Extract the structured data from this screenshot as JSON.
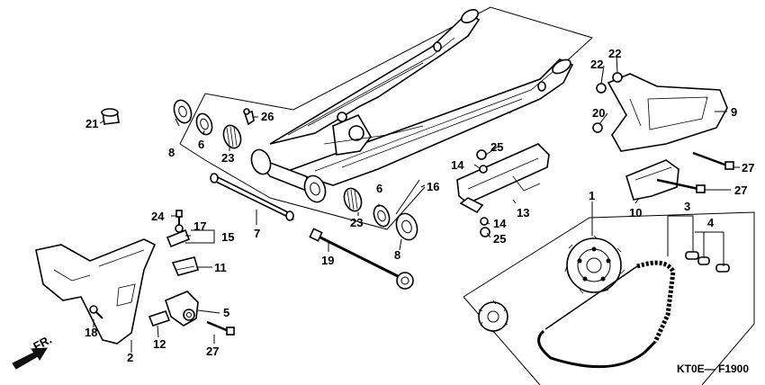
{
  "diagram": {
    "code": "KT0E— F1900",
    "front_arrow": "FR.",
    "callouts": [
      {
        "id": "c1",
        "text": "1"
      },
      {
        "id": "c2",
        "text": "2"
      },
      {
        "id": "c3",
        "text": "3"
      },
      {
        "id": "c4",
        "text": "4"
      },
      {
        "id": "c5",
        "text": "5"
      },
      {
        "id": "c6a",
        "text": "6"
      },
      {
        "id": "c6b",
        "text": "6"
      },
      {
        "id": "c7",
        "text": "7"
      },
      {
        "id": "c8a",
        "text": "8"
      },
      {
        "id": "c8b",
        "text": "8"
      },
      {
        "id": "c9",
        "text": "9"
      },
      {
        "id": "c10",
        "text": "10"
      },
      {
        "id": "c11",
        "text": "11"
      },
      {
        "id": "c12",
        "text": "12"
      },
      {
        "id": "c13",
        "text": "13"
      },
      {
        "id": "c14a",
        "text": "14"
      },
      {
        "id": "c14b",
        "text": "14"
      },
      {
        "id": "c15",
        "text": "15"
      },
      {
        "id": "c16",
        "text": "16"
      },
      {
        "id": "c17",
        "text": "17"
      },
      {
        "id": "c18",
        "text": "18"
      },
      {
        "id": "c19",
        "text": "19"
      },
      {
        "id": "c20",
        "text": "20"
      },
      {
        "id": "c21",
        "text": "21"
      },
      {
        "id": "c22a",
        "text": "22"
      },
      {
        "id": "c22b",
        "text": "22"
      },
      {
        "id": "c23a",
        "text": "23"
      },
      {
        "id": "c23b",
        "text": "23"
      },
      {
        "id": "c24",
        "text": "24"
      },
      {
        "id": "c25a",
        "text": "25"
      },
      {
        "id": "c25b",
        "text": "25"
      },
      {
        "id": "c26",
        "text": "26"
      },
      {
        "id": "c27a",
        "text": "27"
      },
      {
        "id": "c27b",
        "text": "27"
      },
      {
        "id": "c27c",
        "text": "27"
      }
    ]
  }
}
